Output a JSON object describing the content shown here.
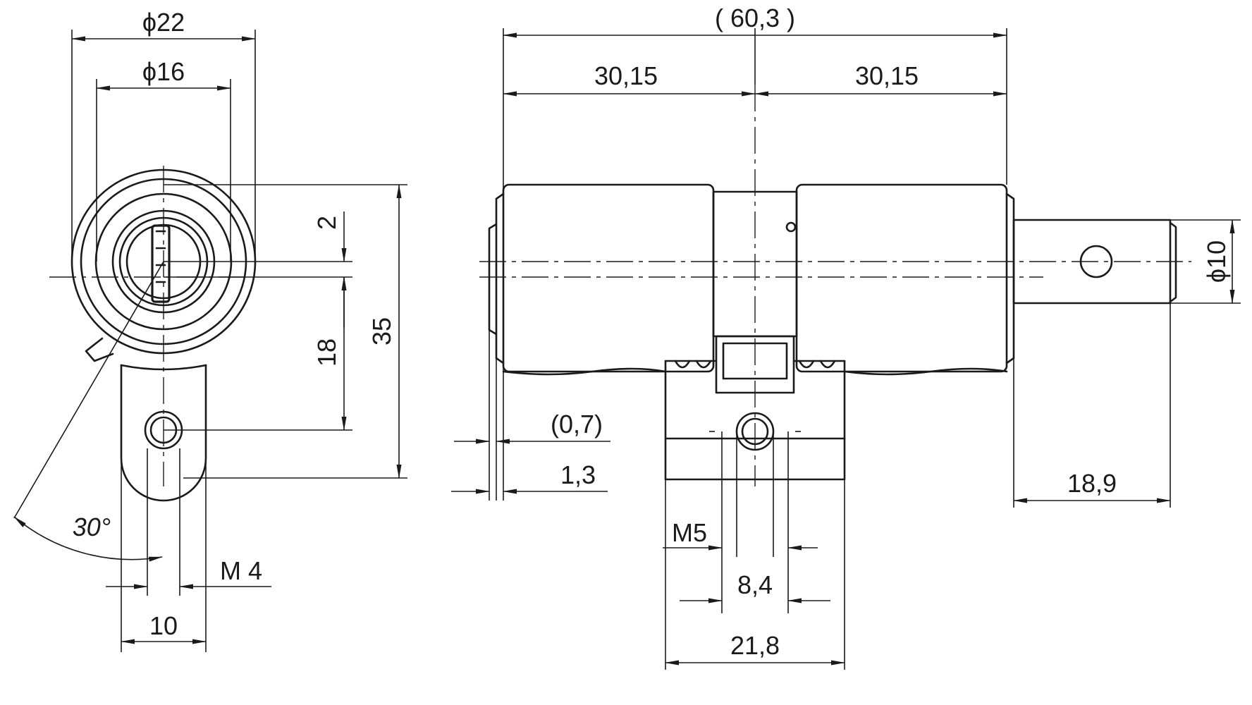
{
  "drawing": {
    "front_view": {
      "dia_outer": "ϕ22",
      "dia_inner": "ϕ16",
      "dim_top_offset": "2",
      "dim_center_to_hole": "18",
      "dim_total_height": "35",
      "angle": "30°",
      "thread": "M 4",
      "width": "10"
    },
    "side_view": {
      "overall_length": "( 60,3 )",
      "half_left": "30,15",
      "half_right": "30,15",
      "offset_small": "(0,7)",
      "offset_flange": "1,3",
      "thread": "M5",
      "hole_width": "8,4",
      "cam_width": "21,8",
      "shaft_length": "18,9",
      "shaft_dia": "ϕ10"
    }
  },
  "colors": {
    "ink": "#1a1a1a",
    "paper": "#ffffff"
  }
}
